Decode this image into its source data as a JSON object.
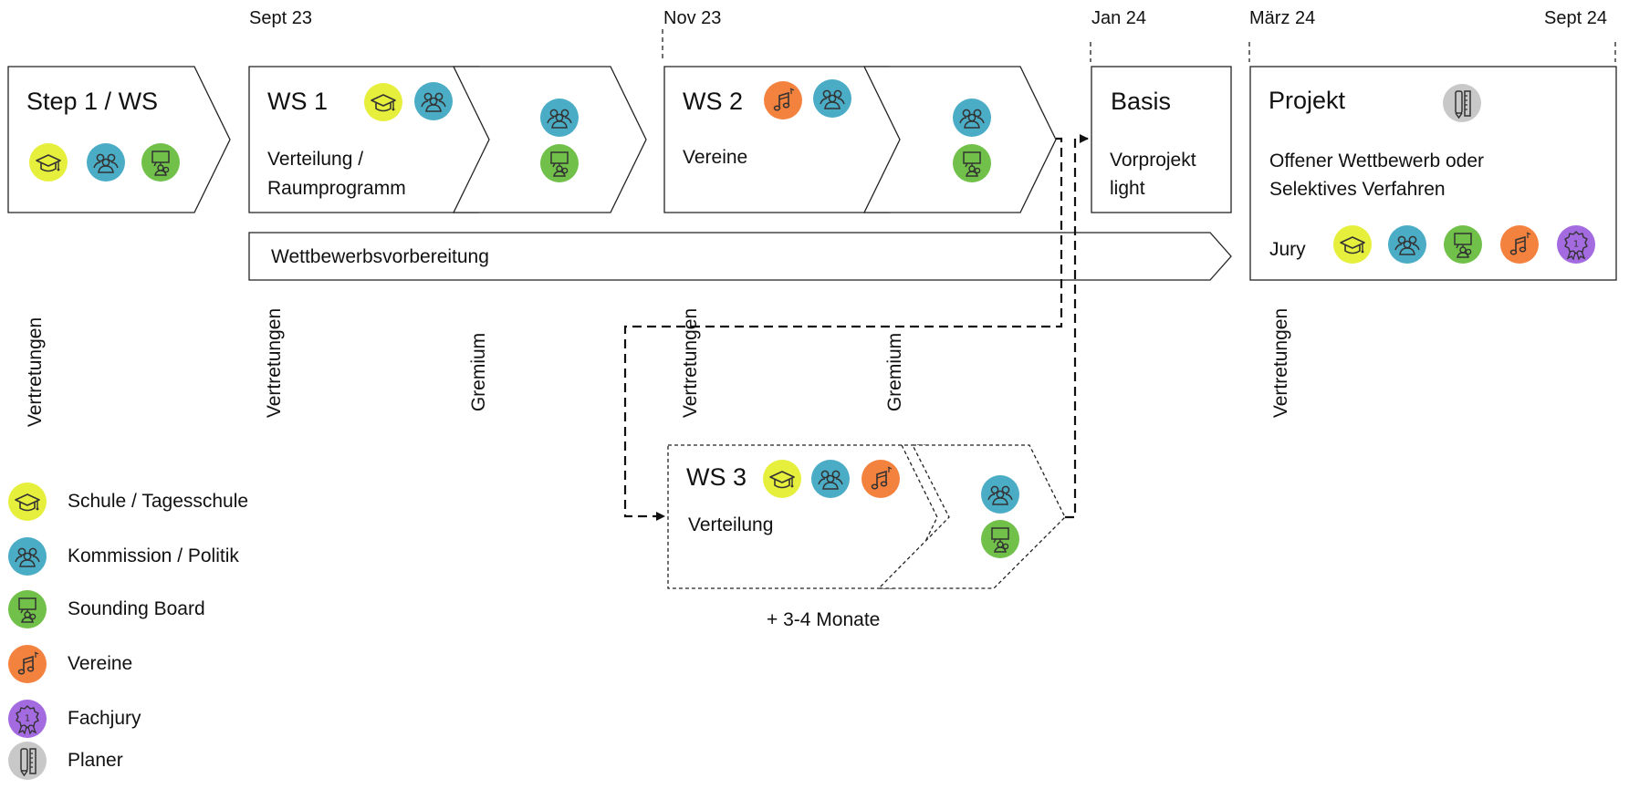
{
  "dates": {
    "sep23": "Sept 23",
    "nov23": "Nov 23",
    "jan24": "Jan 24",
    "mar24": "März 24",
    "sep24": "Sept 24"
  },
  "stages": {
    "step1": {
      "title": "Step 1 / WS"
    },
    "ws1": {
      "title": "WS 1",
      "text": "Verteilung / Raumprogramm",
      "line1": "Verteilung /",
      "line2": "Raumprogramm"
    },
    "ws2": {
      "title": "WS 2",
      "text": "Vereine"
    },
    "ws3": {
      "title": "WS 3",
      "text": "Verteilung",
      "note": "+ 3-4 Monate"
    },
    "basis": {
      "title": "Basis",
      "line1": "Vorprojekt",
      "line2": "light"
    },
    "projekt": {
      "title": "Projekt",
      "line1": "Offener Wettbewerb oder",
      "line2": "Selektives Verfahren",
      "jury": "Jury"
    }
  },
  "band": {
    "label": "Wettbewerbsvorbereitung"
  },
  "vertical_labels": {
    "vertretungen": "Vertretungen",
    "gremium": "Gremium"
  },
  "legend": [
    {
      "key": "schule",
      "label": "Schule / Tagesschule",
      "icon": "graduation-cap-icon",
      "color": "#e6ef3c"
    },
    {
      "key": "kommission",
      "label": "Kommission / Politik",
      "icon": "people-group-icon",
      "color": "#4bacc6"
    },
    {
      "key": "sounding",
      "label": "Sounding Board",
      "icon": "presentation-board-icon",
      "color": "#70c04a"
    },
    {
      "key": "vereine",
      "label": "Vereine",
      "icon": "music-note-icon",
      "color": "#f4823f"
    },
    {
      "key": "fachjury",
      "label": "Fachjury",
      "icon": "award-rosette-icon",
      "color": "#a46ae0"
    },
    {
      "key": "planer",
      "label": "Planer",
      "icon": "pencil-ruler-icon",
      "color": "#c8c8c8"
    }
  ]
}
